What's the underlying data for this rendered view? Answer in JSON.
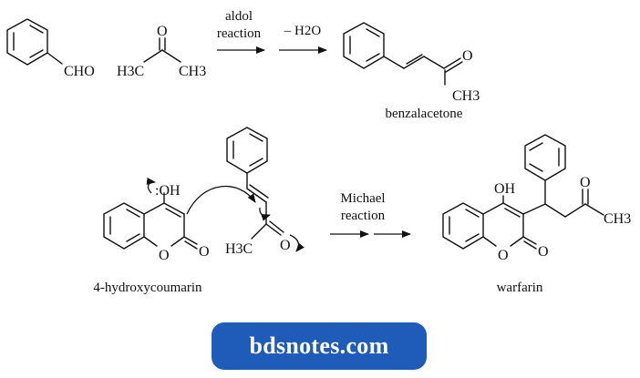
{
  "reagents": {
    "benzaldehyde_group": "CHO",
    "acetone_left": "H3C",
    "acetone_right": "CH3",
    "acetone_oxygen": "O"
  },
  "step1": {
    "arrow1_line1": "aldol",
    "arrow1_line2": "reaction",
    "arrow2_label": "– H2O"
  },
  "benzalacetone": {
    "oxygen": "O",
    "methyl": "CH3",
    "name": "benzalacetone"
  },
  "hydroxycoumarin": {
    "hydroxyl": ":OH",
    "ring_oxygen": "O",
    "carbonyl_oxygen": "O",
    "name": "4-hydroxycoumarin"
  },
  "acceptor": {
    "methyl": "H3C",
    "oxygen": "O"
  },
  "step2": {
    "line1": "Michael",
    "line2": "reaction"
  },
  "warfarin": {
    "hydroxyl": "OH",
    "ring_oxygen": "O",
    "carbonyl_oxygen": "O",
    "ketone_oxygen": "O",
    "methyl": "CH3",
    "name": "warfarin"
  },
  "watermark": "bdsnotes.com"
}
